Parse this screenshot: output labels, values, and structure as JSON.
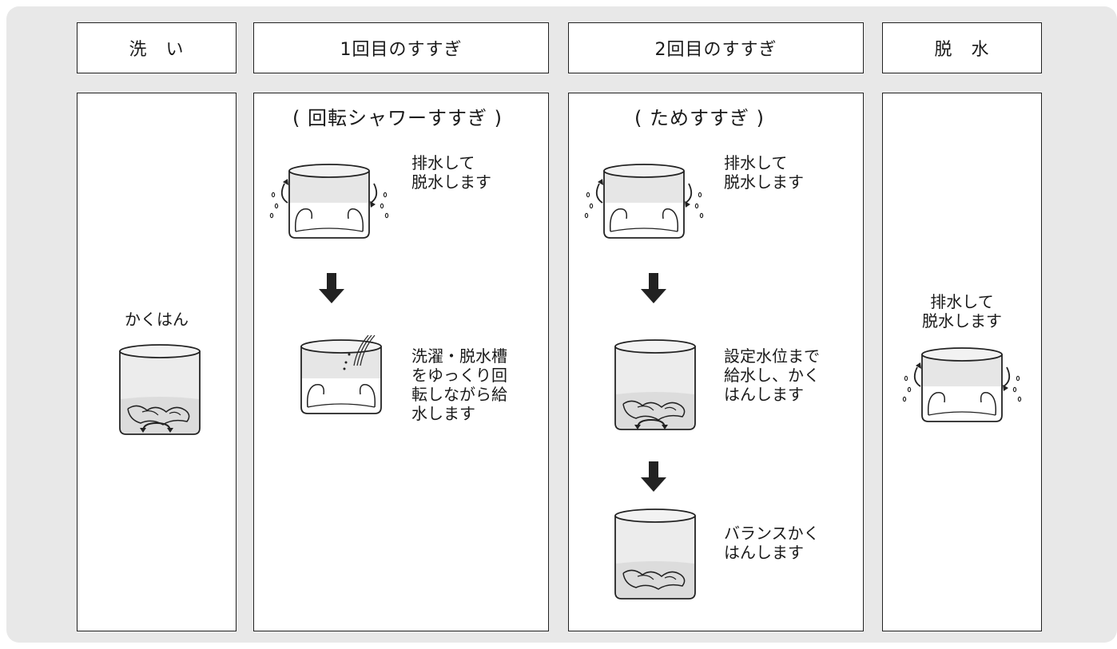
{
  "columns": [
    {
      "header": "洗　い"
    },
    {
      "header": "1回目のすすぎ",
      "subtitle": "( 回転シャワーすすぎ )"
    },
    {
      "header": "2回目のすすぎ",
      "subtitle": "( ためすすぎ )"
    },
    {
      "header": "脱　水"
    }
  ],
  "steps": {
    "wash": "かくはん",
    "rinse1_spin": "排水して\n脱水します",
    "rinse1_shower": "洗濯・脱水槽\nをゆっくり回\n転しながら給\n水します",
    "rinse2_spin": "排水して\n脱水します",
    "rinse2_fill": "設定水位まで\n給水し、かく\nはんします",
    "rinse2_balance": "バランスかく\nはんします",
    "spin": "排水して\n脱水します"
  }
}
